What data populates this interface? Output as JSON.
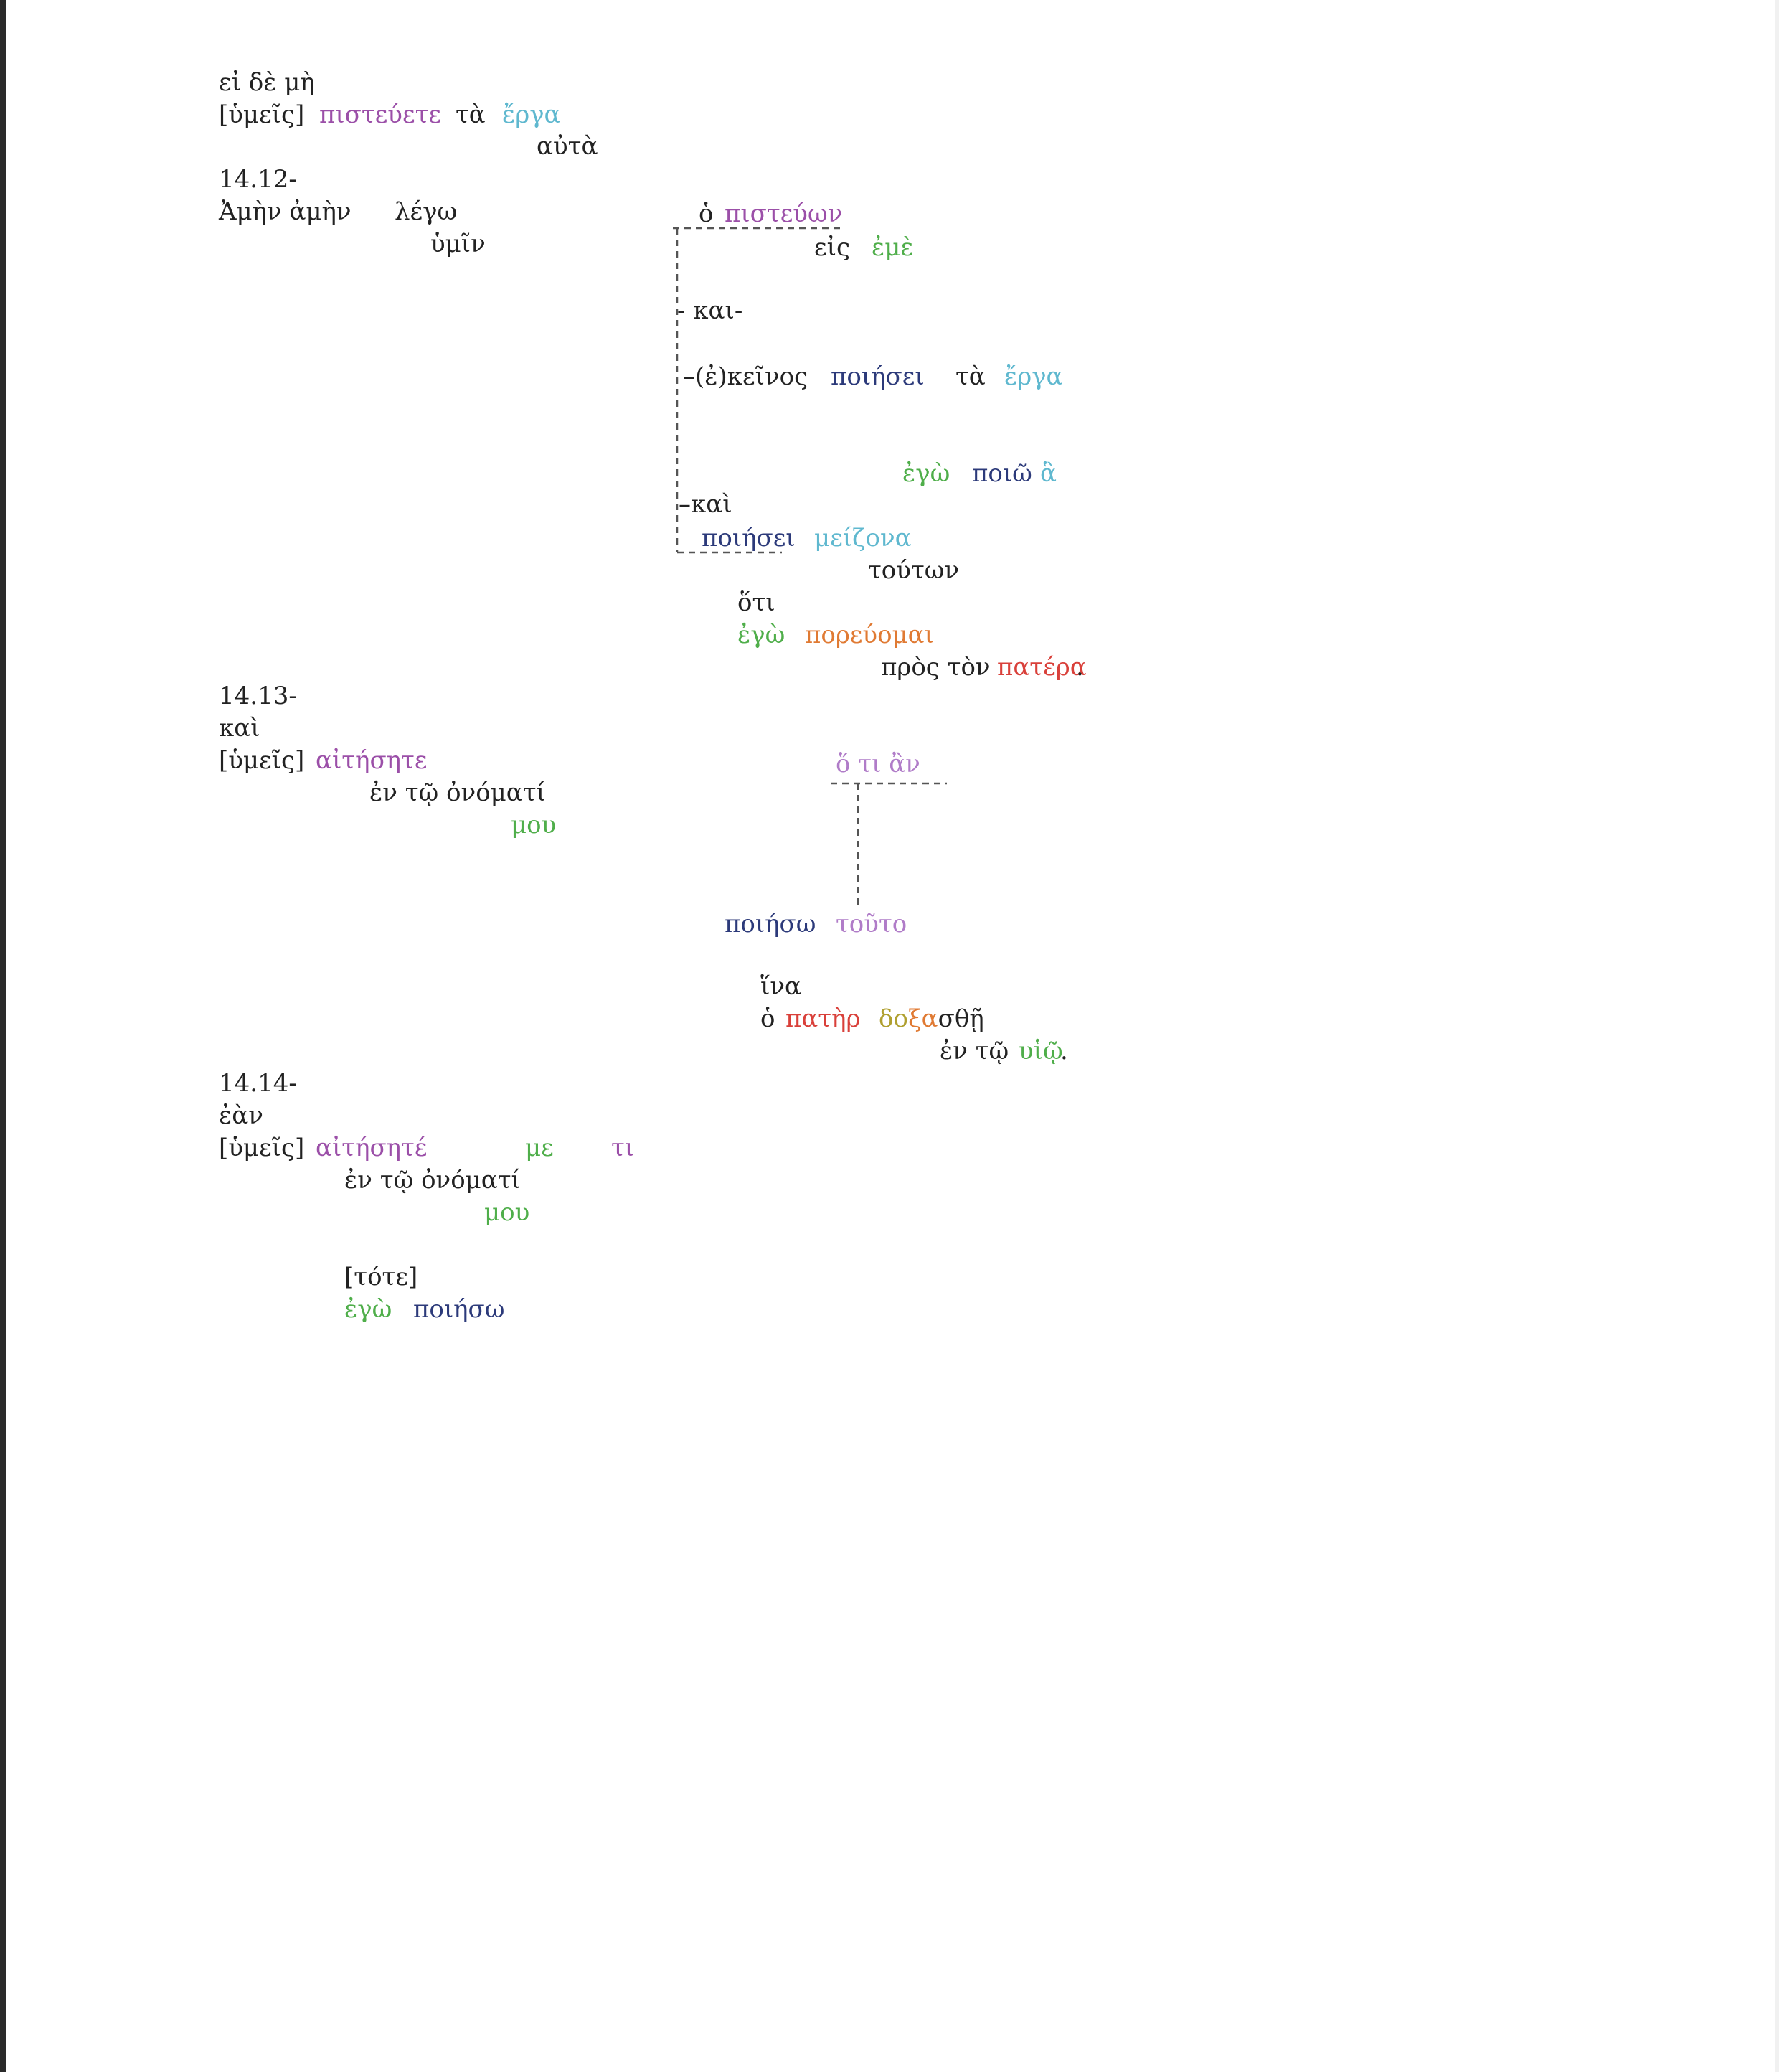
{
  "colors": {
    "black": "#222222",
    "purple": "#9b4fa8",
    "cyan": "#5fb8cf",
    "green": "#4fae4a",
    "navy": "#2c3a7a",
    "orange": "#e07a33",
    "red": "#d9403a",
    "lilac": "#b07cc8",
    "olive": "#b0a030"
  },
  "words": {
    "w1": "εἰ δὲ μὴ",
    "w2": "[ὑμεῖς]",
    "w3": "πιστεύετε",
    "w4": "τὰ",
    "w5": "ἔργα",
    "w6": "αὐτὰ",
    "w7": "14.12-",
    "w8": "Ἀμὴν ἀμὴν",
    "w9": "λέγω",
    "w10": "ὑμῖν",
    "w11": "ὁ",
    "w12": "πιστεύων",
    "w13": "εἰς",
    "w14": "ἐμὲ",
    "w15": "- και-",
    "w16": "–(ἐ)κεῖνος",
    "w17": "ποιήσει",
    "w18": "τὰ",
    "w19": "ἔργα",
    "w20": "ἐγὼ",
    "w21": "ποιῶ",
    "w22": "ἃ",
    "w23": "–καὶ",
    "w24": "ποιήσει",
    "w25": "μείζονα",
    "w26": "τούτων",
    "w27": "ὅτι",
    "w28": "ἐγὼ",
    "w29": "πορεύομαι",
    "w30": "πρὸς τὸν",
    "w31": "πατέρα",
    "w31p": ".",
    "w32": "14.13-",
    "w33": "καὶ",
    "w34": "[ὑμεῖς]",
    "w35": "αἰτήσητε",
    "w36": "ἐν τῷ ὀνόματί",
    "w37": "μου",
    "w38": "ὅ τι ἂν",
    "w39": "ποιήσω",
    "w40": "τοῦτο",
    "w41": "ἵνα",
    "w42": "ὁ",
    "w43": "πατὴρ",
    "w44a": "δο",
    "w44b": "ξα",
    "w44c": "σθῇ",
    "w45": "ἐν τῷ",
    "w46": "υἱῷ",
    "w46p": ".",
    "w47": "14.14-",
    "w48": "ἐὰν",
    "w49": "[ὑμεῖς]",
    "w50": "αἰτήσητέ",
    "w51": "με",
    "w52": "τι",
    "w53": "ἐν τῷ ὀνόματί",
    "w54": "μου",
    "w55": "[τότε]",
    "w56": "ἐγὼ",
    "w57": "ποιήσω"
  }
}
